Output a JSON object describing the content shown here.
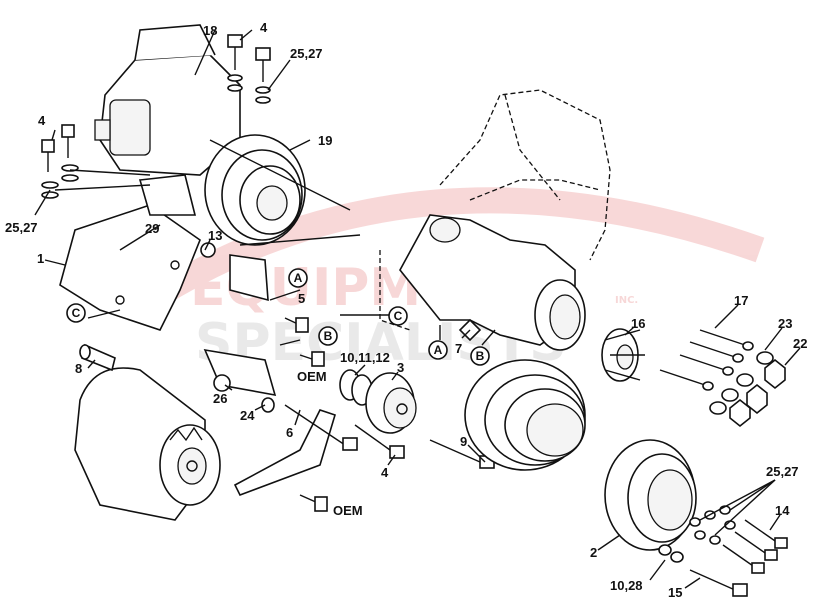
{
  "watermark": {
    "line1": "EQUIPMENT",
    "line2": "SPECIALISTS",
    "suffix": "INC.",
    "color": "#d62828"
  },
  "callouts": {
    "c18": "18",
    "c4a": "4",
    "c2527a": "25,27",
    "c4b": "4",
    "c19": "19",
    "c2527b": "25,27",
    "c29": "29",
    "c13": "13",
    "c1": "1",
    "c5": "5",
    "c8": "8",
    "c101112": "10,11,12",
    "c3": "3",
    "c26": "26",
    "c24": "24",
    "c6": "6",
    "c4c": "4",
    "c9": "9",
    "c7": "7",
    "c16": "16",
    "c17": "17",
    "c23": "23",
    "c22": "22",
    "c2527c": "25,27",
    "c14": "14",
    "c2": "2",
    "c1028": "10,28",
    "c15": "15",
    "oem1": "OEM",
    "oem2": "OEM"
  },
  "markers": {
    "A1": "A",
    "B1": "B",
    "C1": "C",
    "A2": "A",
    "B2": "B",
    "C2": "C"
  }
}
